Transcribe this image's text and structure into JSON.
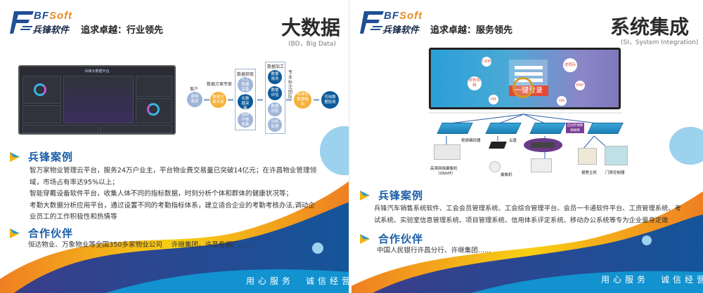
{
  "colors": {
    "brand_blue": "#1f4f94",
    "brand_orange": "#e98a22",
    "heading_blue": "#1b5ea6",
    "wave_dark": "#2e3e86",
    "wave_light": "#1292cf",
    "wave_yellow": "#f7c514",
    "wave_orange": "#ef7f22"
  },
  "left": {
    "logo": {
      "en_prefix": "BF",
      "en_suffix": "Soft",
      "cn": "兵锋软件"
    },
    "tagline": "追求卓越：行业领先",
    "title": "大数据",
    "subtitle": "(BD，Big Data)",
    "dashboard": {
      "title": "兵锋大数据平台"
    },
    "flow": {
      "customer_label": "客户",
      "customer_node": "原始需求",
      "expert_label": "数据方案专家",
      "expert_node": "数据方案专家",
      "acquire_label": "数据获取",
      "acquire_nodes": [
        "人工数据采集",
        "自动化数据采集",
        "调研问卷收集"
      ],
      "process_label": "数据加工",
      "process_nodes": [
        "数据清洗",
        "数据评估",
        "数据提取",
        "分析处理"
      ],
      "team_label": "专业标注团队",
      "output_node": "标准化数据输出",
      "accept_node": "可用数据验收"
    },
    "cases": {
      "heading": "兵锋案例",
      "lines": [
        "智万家物业管理云平台，服务24万户业主，平台物业费交易量已突破14亿元；在许昌物业管理领",
        "域，市场占有率达95%以上；",
        "智能穿戴设备软件平台，收集人体不同的指标数据，时刻分析个体和群体的健康状况等；",
        "考勤大数据分析应用平台，通过设置不同的考勤指标体系，建立适合企业的考勤考核办法,调动企",
        "业员工的工作积极性和热情等"
      ]
    },
    "partners": {
      "heading": "合作伙伴",
      "text": "恒达物业、万象物业等全国350多家物业公司　 许继集团，许昌卷烟厂......"
    },
    "slogan": "用心服务　诚信经营"
  },
  "right": {
    "logo": {
      "en_prefix": "BF",
      "en_suffix": "Soft",
      "cn": "兵锋软件"
    },
    "tagline": "追求卓越：服务领先",
    "title": "系统集成",
    "subtitle": "(SI，System Integration)",
    "screen": {
      "bubbles": [
        "CRM",
        "进销存",
        "财务系统",
        "ERP",
        "HR",
        "OA"
      ],
      "login": "一键登录"
    },
    "network": {
      "encoder": "视频编码器",
      "cloud": "云盘",
      "storage": "自动存储网络故障",
      "ipcam": "高清网络摄像机",
      "ipcam_sub": "（ONVIF）",
      "camera": "摄像机",
      "alarm": "报警主机",
      "access": "门禁控制器"
    },
    "cases": {
      "heading": "兵锋案例",
      "lines": [
        "兵锋汽车销售系统软件、工会会员管理系统、工会综合管理平台、会员一卡通软件平台、工资管理系统、考",
        "试系统、实验室信息管理系统、项目管理系统、信用体系评定系统、移动办公系统等专为企业量身定做"
      ]
    },
    "partners": {
      "heading": "合作伙伴",
      "text": "中国人民银行许昌分行、许继集团......"
    },
    "slogan": "用心服务　诚信经营"
  }
}
